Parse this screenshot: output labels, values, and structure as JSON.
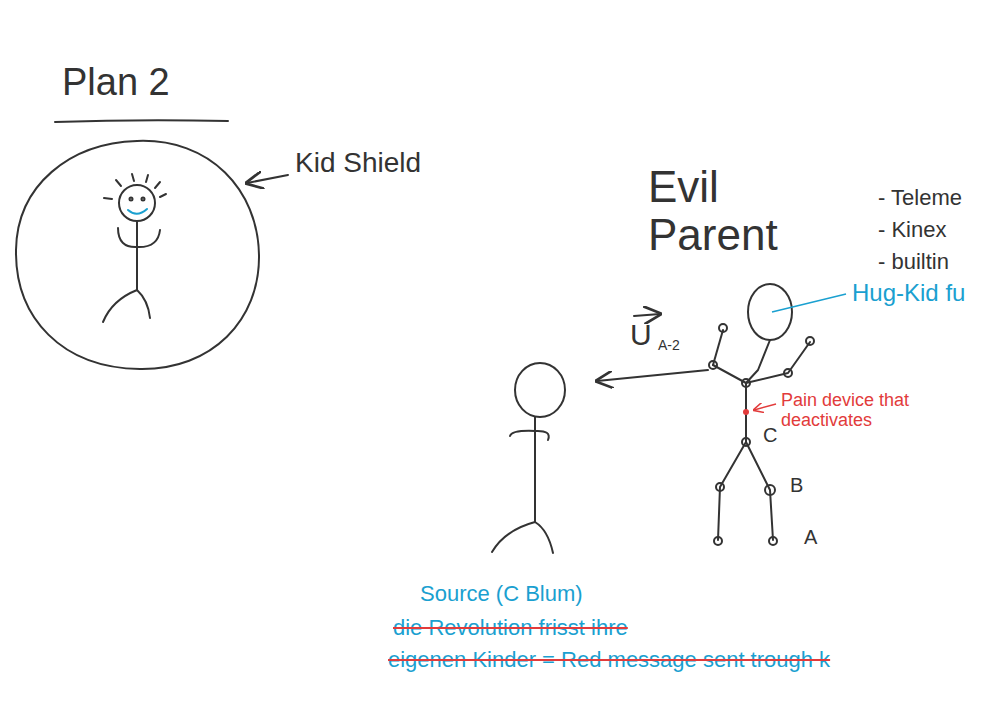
{
  "diagram": {
    "title": "Plan 2",
    "labels": [
      "Kid Shield",
      "Evil Parent",
      "- Teleme",
      "- Kinex",
      "- builtin",
      "Hug-Kid fu",
      "U",
      "A-2",
      "Pain device that deactivates",
      "C",
      "B",
      "A",
      "Source (C Blum)",
      "die Revolution frisst ihre",
      "eigenen Kinder = Red message sent trough k"
    ]
  }
}
